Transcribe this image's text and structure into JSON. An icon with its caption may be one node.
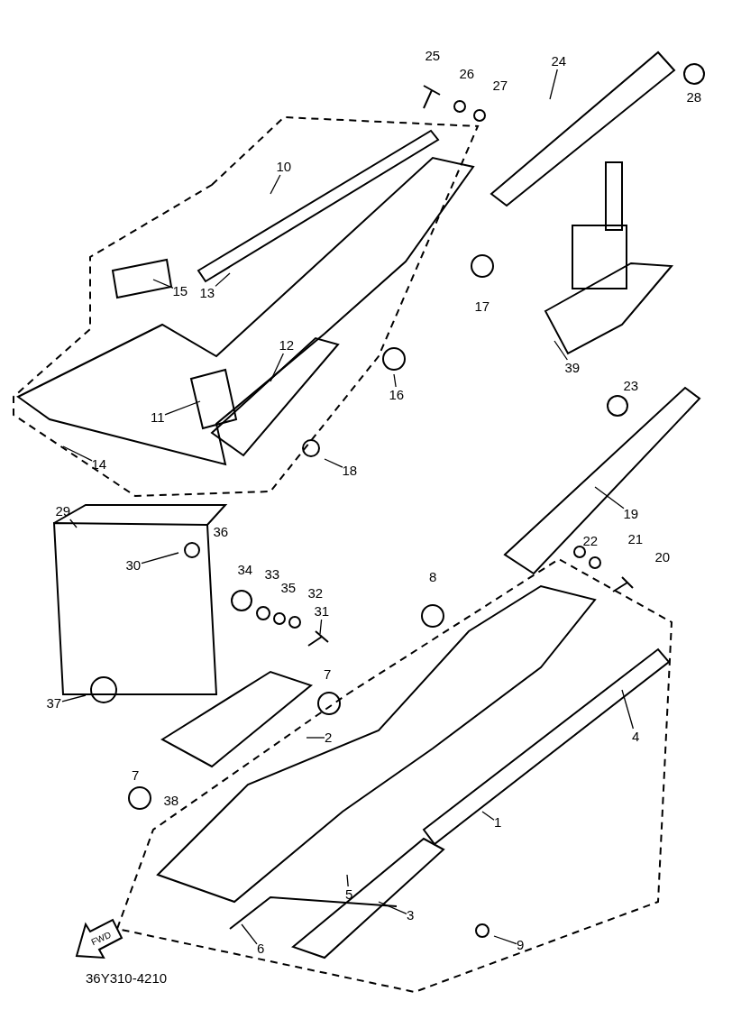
{
  "diagram": {
    "nodes": [
      {
        "text": [
          "10"
        ]
      },
      {
        "text": [
          "13"
        ]
      },
      {
        "text": [
          "15"
        ]
      },
      {
        "text": [
          "12"
        ]
      },
      {
        "text": [
          "11"
        ]
      },
      {
        "text": [
          "14"
        ]
      },
      {
        "text": [
          "16"
        ]
      },
      {
        "text": [
          "18"
        ]
      },
      {
        "text": [
          "24"
        ]
      },
      {
        "text": [
          "19"
        ]
      },
      {
        "text": [
          "39"
        ]
      },
      {
        "text": [
          "29"
        ]
      },
      {
        "text": [
          "30"
        ]
      },
      {
        "text": [
          "31"
        ]
      },
      {
        "text": [
          "37"
        ]
      },
      {
        "text": [
          "2"
        ]
      },
      {
        "text": [
          "4"
        ]
      },
      {
        "text": [
          "1"
        ]
      },
      {
        "text": [
          "5"
        ]
      },
      {
        "text": [
          "6"
        ]
      },
      {
        "text": [
          "3"
        ]
      },
      {
        "text": [
          "9"
        ]
      }
    ],
    "edges": [
      {
        "from": 0,
        "to": null,
        "arrow": "none"
      },
      {
        "from": 1,
        "to": null,
        "arrow": "none"
      },
      {
        "from": 2,
        "to": null,
        "arrow": "none"
      },
      {
        "from": 3,
        "to": null,
        "arrow": "none"
      },
      {
        "from": 4,
        "to": null,
        "arrow": "none"
      },
      {
        "from": 5,
        "to": null,
        "arrow": "none"
      },
      {
        "from": 6,
        "to": null,
        "arrow": "none"
      },
      {
        "from": 7,
        "to": null,
        "arrow": "none"
      },
      {
        "from": 8,
        "to": null,
        "arrow": "none"
      },
      {
        "from": 9,
        "to": null,
        "arrow": "none"
      },
      {
        "from": 10,
        "to": null,
        "arrow": "none"
      },
      {
        "from": 11,
        "to": null,
        "arrow": "none"
      },
      {
        "from": 12,
        "to": null,
        "arrow": "none"
      },
      {
        "from": 13,
        "to": null,
        "arrow": "none"
      },
      {
        "from": 14,
        "to": null,
        "arrow": "none"
      },
      {
        "from": 15,
        "to": null,
        "arrow": "none"
      },
      {
        "from": 16,
        "to": null,
        "arrow": "none"
      },
      {
        "from": 17,
        "to": null,
        "arrow": "none"
      },
      {
        "from": 18,
        "to": null,
        "arrow": "none"
      },
      {
        "from": 19,
        "to": null,
        "arrow": "none"
      },
      {
        "from": 20,
        "to": null,
        "arrow": "none"
      },
      {
        "from": 21,
        "to": null,
        "arrow": "none"
      }
    ],
    "labels": [
      "25",
      "26",
      "27",
      "28",
      "17",
      "23",
      "22",
      "21",
      "20",
      "36",
      "34",
      "33",
      "35",
      "32",
      "8",
      "7",
      "38",
      "7",
      "FWD",
      "36Y310-4210"
    ]
  }
}
